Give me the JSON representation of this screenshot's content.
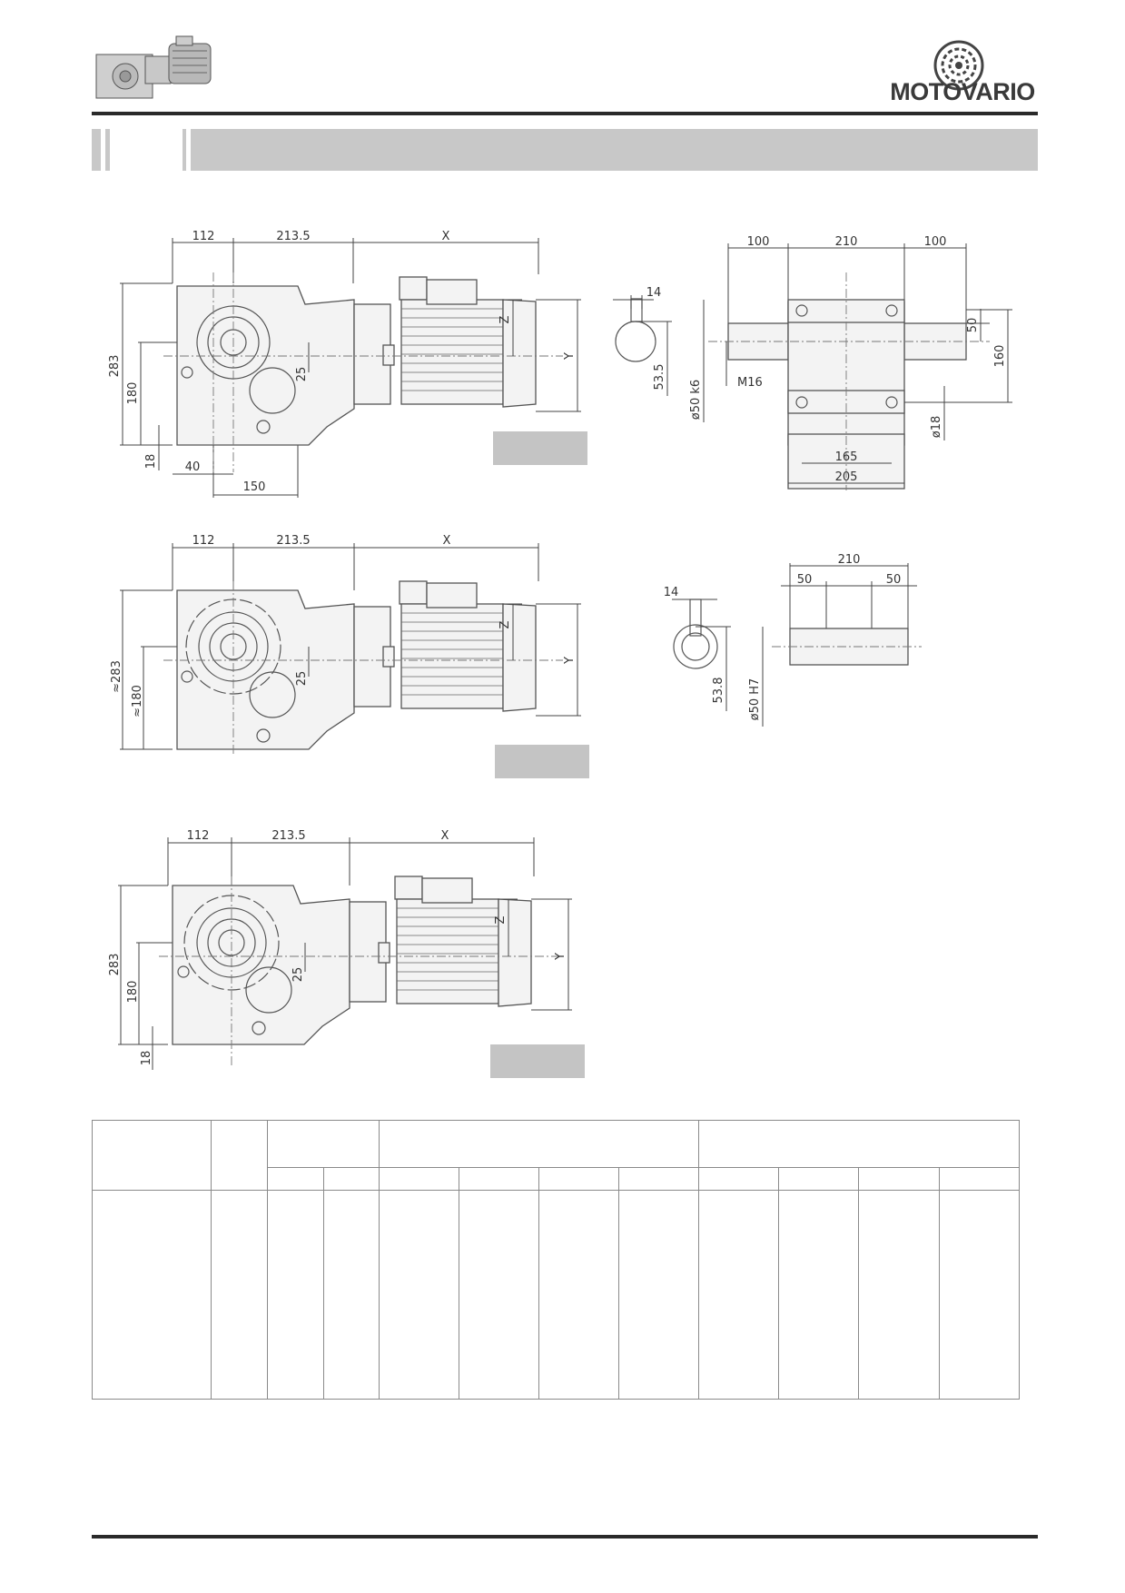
{
  "header": {
    "brand": "MOTOVARIO",
    "section_title": ""
  },
  "drawing_1": {
    "dims": {
      "a": "112",
      "b": "213.5",
      "c": "X",
      "h": "283",
      "h2": "180",
      "foot": "18",
      "offset": "40",
      "base": "150",
      "z": "Z",
      "y": "Y",
      "ecc": "25"
    }
  },
  "drawing_2": {
    "dims": {
      "a": "112",
      "b": "213.5",
      "c": "X",
      "h": "≈283",
      "h2": "≈180",
      "z": "Z",
      "y": "Y",
      "ecc": "25"
    }
  },
  "drawing_3": {
    "dims": {
      "a": "112",
      "b": "213.5",
      "c": "X",
      "h": "283",
      "h2": "180",
      "foot": "18",
      "z": "Z",
      "y": "Y",
      "ecc": "25"
    }
  },
  "shaft_solid": {
    "key": "14",
    "key_h": "53.5",
    "dia": "ø50 k6",
    "thread": "M16",
    "left": "100",
    "mid": "210",
    "right": "100",
    "h1": "50",
    "h2": "160",
    "hole": "ø18",
    "base1": "165",
    "base2": "205"
  },
  "shaft_hollow": {
    "key": "14",
    "key_h": "53.8",
    "dia": "ø50 H7",
    "total": "210",
    "left": "50",
    "right": "50"
  },
  "colors": {
    "badge": "#c4c4c4",
    "header_bar": "#c8c8c8",
    "rule": "#2a2a2a"
  },
  "icons": [
    "gearmotor-thumbnail",
    "motovario-logo"
  ]
}
